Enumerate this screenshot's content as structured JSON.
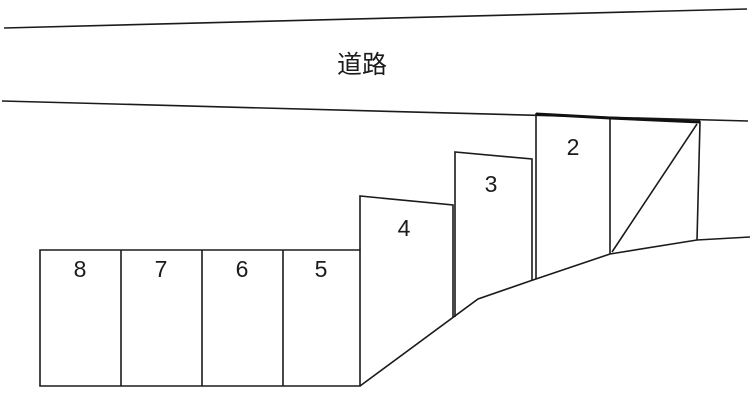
{
  "diagram": {
    "road_label": "道路",
    "spaces": [
      {
        "label": "8"
      },
      {
        "label": "7"
      },
      {
        "label": "6"
      },
      {
        "label": "5"
      },
      {
        "label": "4"
      },
      {
        "label": "3"
      },
      {
        "label": "2"
      }
    ],
    "colors": {
      "line": "#1b1b1b",
      "background": "#ffffff"
    }
  }
}
